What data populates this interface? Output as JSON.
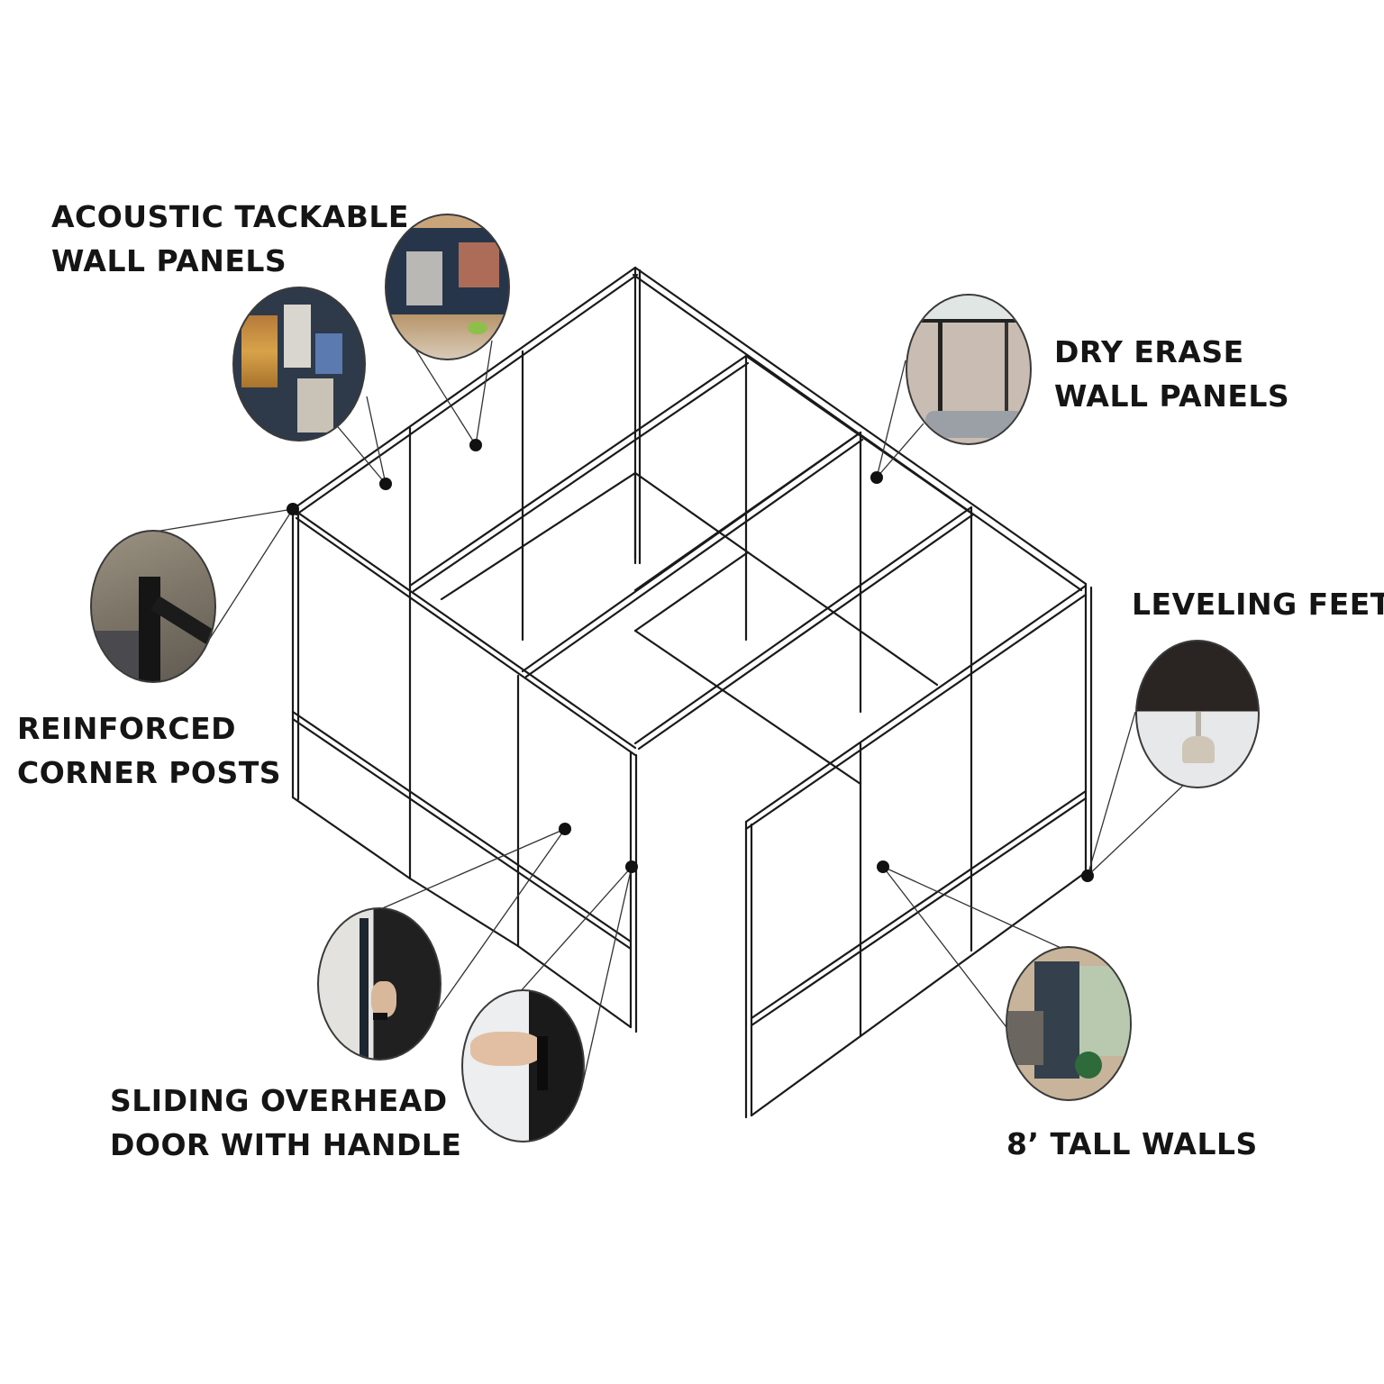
{
  "diagram": {
    "subject": "modular office enclosure frame (isometric line drawing)",
    "line_color": "#1a1a1a",
    "dot_color": "#111111",
    "background": "#ffffff"
  },
  "callouts": [
    {
      "id": "acoustic",
      "lines": [
        "ACOUSTIC TACKABLE",
        "WALL PANELS"
      ],
      "photos": [
        "acoustic tackable panel photo 1",
        "acoustic tackable panel photo 2"
      ]
    },
    {
      "id": "dry-erase",
      "lines": [
        "DRY ERASE",
        "WALL PANELS"
      ],
      "photos": [
        "dry erase wall photo"
      ]
    },
    {
      "id": "leveling-feet",
      "lines": [
        "LEVELING FEET"
      ],
      "photos": [
        "leveling foot photo"
      ]
    },
    {
      "id": "corner-posts",
      "lines": [
        "REINFORCED",
        "CORNER POSTS"
      ],
      "photos": [
        "reinforced corner post photo"
      ]
    },
    {
      "id": "sliding-door",
      "lines": [
        "SLIDING OVERHEAD",
        "DOOR WITH HANDLE"
      ],
      "photos": [
        "sliding door photo",
        "door handle photo"
      ]
    },
    {
      "id": "tall-walls",
      "lines": [
        "8’ TALL WALLS"
      ],
      "photos": [
        "8 ft tall walls photo"
      ]
    }
  ]
}
